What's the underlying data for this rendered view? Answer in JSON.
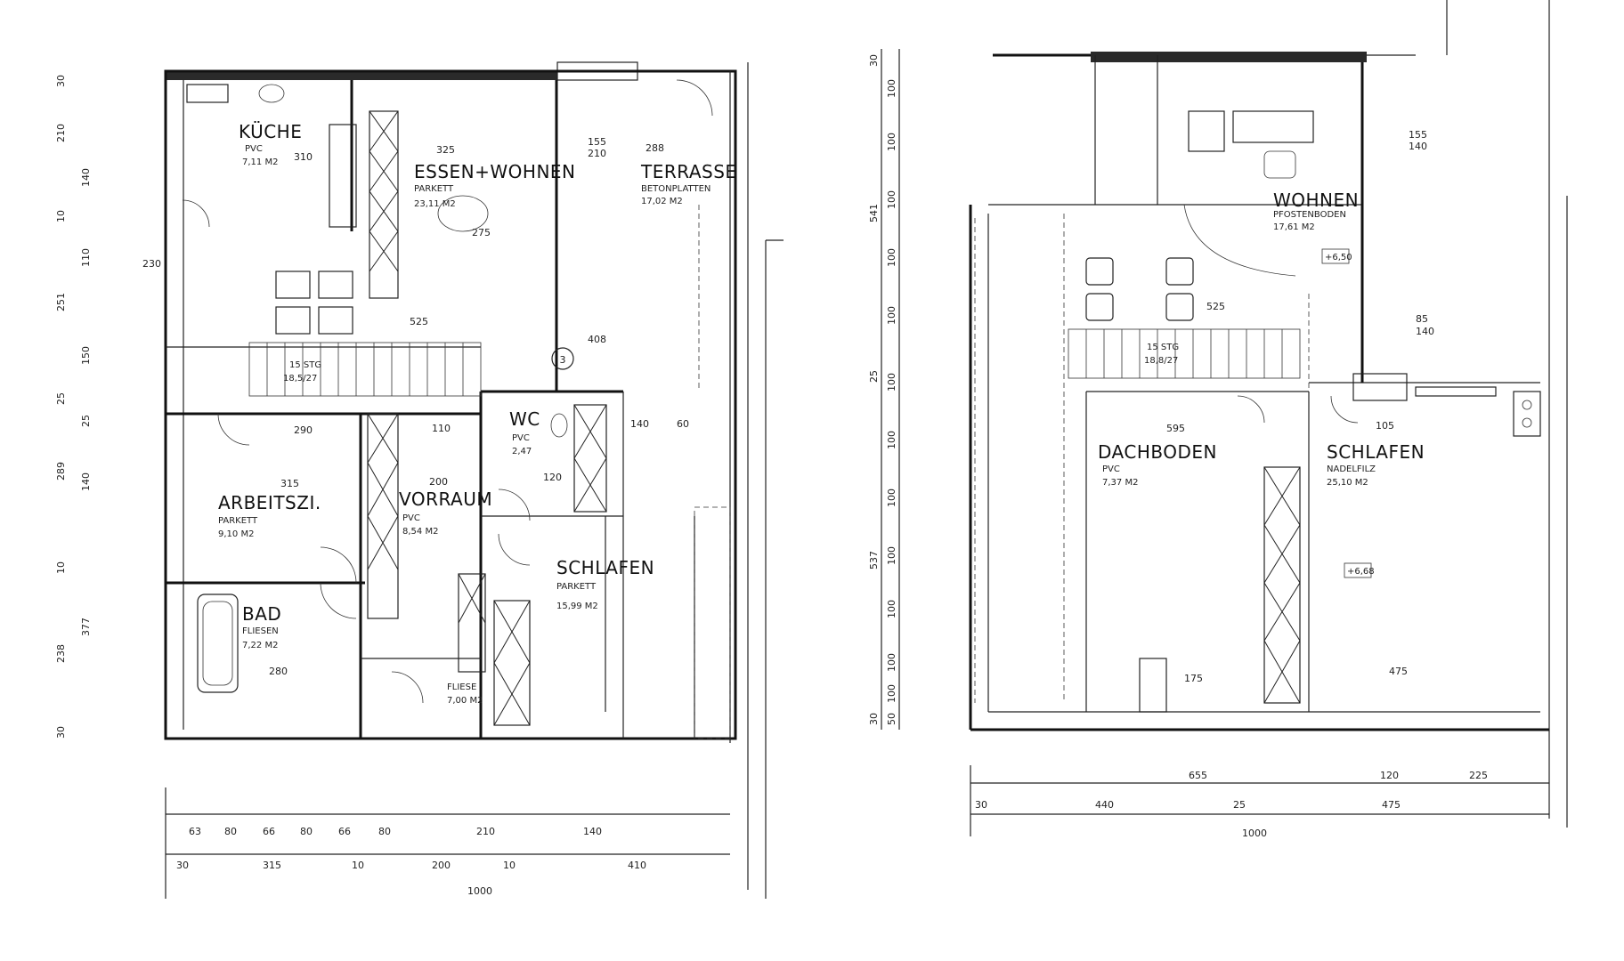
{
  "plans": {
    "ground": {
      "rooms": [
        {
          "name": "KÜCHE",
          "material": "PVC",
          "area": "7,11 M2"
        },
        {
          "name": "ESSEN+WOHNEN",
          "material": "PARKETT",
          "area": "23,11 M2"
        },
        {
          "name": "TERRASSE",
          "material": "BETONPLATTEN",
          "area": "17,02 M2"
        },
        {
          "name": "ARBEITSZI.",
          "material": "PARKETT",
          "area": "9,10 M2"
        },
        {
          "name": "VORRAUM",
          "material": "PVC",
          "area": "8,54 M2"
        },
        {
          "name": "WC",
          "material": "PVC",
          "area": "2,47"
        },
        {
          "name": "SCHLAFEN",
          "material": "PARKETT",
          "area": "15,99 M2"
        },
        {
          "name": "BAD",
          "material": "FLIESEN",
          "area": "7,22 M2"
        },
        {
          "name": "",
          "material": "FLIESE",
          "area": "7,00 M2"
        }
      ],
      "stair_label": "15 STG",
      "stair_size": "18,5/27",
      "circle_marker": "3",
      "bottom_dims_row1": [
        "63",
        "80",
        "66",
        "80",
        "66",
        "80",
        "210",
        "140"
      ],
      "bottom_dims_row2": [
        "30",
        "315",
        "10",
        "200",
        "10",
        "410"
      ],
      "total": "1000",
      "left_dims": [
        "30",
        "210",
        "140",
        "10",
        "110",
        "230",
        "251",
        "150",
        "25",
        "25",
        "289",
        "140",
        "10",
        "377",
        "238",
        "30"
      ],
      "misc_dims": [
        "325",
        "310",
        "275",
        "155",
        "210",
        "288",
        "408",
        "525",
        "280",
        "200",
        "290",
        "140",
        "110",
        "120",
        "315",
        "60"
      ]
    },
    "upper": {
      "rooms": [
        {
          "name": "WOHNEN",
          "material": "PFOSTENBODEN",
          "area": "17,61 M2"
        },
        {
          "name": "DACHBODEN",
          "material": "PVC",
          "area": "7,37 M2"
        },
        {
          "name": "SCHLAFEN",
          "material": "NADELFILZ",
          "area": "25,10 M2"
        }
      ],
      "stair_label": "15 STG",
      "stair_size": "18,8/27",
      "level_marks": [
        "+6,50",
        "+6,68"
      ],
      "bottom_dims_row1": [
        "655",
        "120",
        "225"
      ],
      "bottom_dims_row2": [
        "30",
        "440",
        "25",
        "475"
      ],
      "total": "1000",
      "left_dims": [
        "30",
        "100",
        "100",
        "100",
        "100",
        "100",
        "541",
        "25",
        "100",
        "100",
        "100",
        "537",
        "100",
        "100",
        "100",
        "100",
        "50",
        "30"
      ],
      "misc_dims": [
        "525",
        "595",
        "105",
        "475",
        "175",
        "155",
        "140",
        "85",
        "140"
      ]
    }
  }
}
